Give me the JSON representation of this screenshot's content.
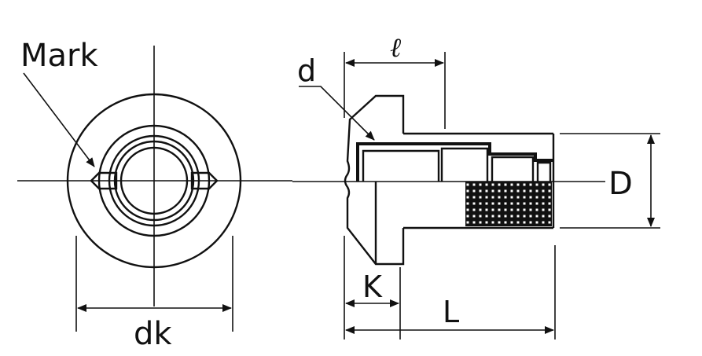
{
  "labels": {
    "mark": "Mark",
    "dk": "dk",
    "d": "d",
    "l": "ℓ",
    "D": "D",
    "K": "K",
    "L": "L"
  },
  "colors": {
    "ink": "#111111",
    "background": "#ffffff"
  }
}
